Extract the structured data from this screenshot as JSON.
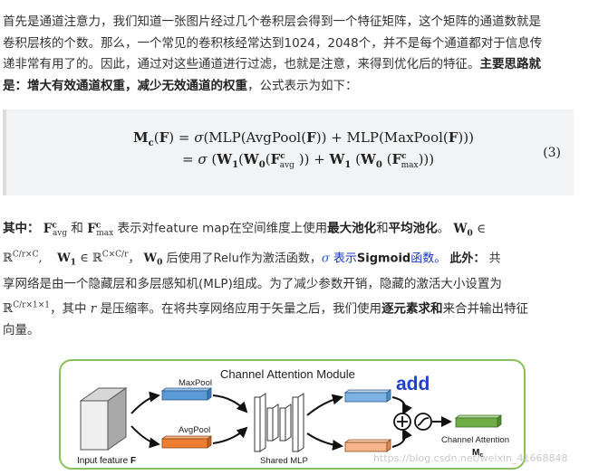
{
  "para1": {
    "lines": [
      "首先是通道注意力，我们知道一张图片经过几个卷积层会得到一个特征矩阵，这个矩阵的通道数就是",
      "卷积层核的个数。那么，一个常见的卷积核经常达到1024，2048个，并不是每个通道都对于信息传",
      "递非常有用了的。因此，通过对这些通道进行过滤，也就是注意，来得到优化后的特征。"
    ],
    "bold_tail_a": "主要思路就",
    "bold_tail_b": "是：增大有效通道权重，减少无效通道的权重",
    "tail": "，公式表示为如下："
  },
  "formula": {
    "line1": "Mc(F) = σ(MLP(AvgPool(F)) + MLP(MaxPool(F)))",
    "line2": "= σ (W₁(W₀(Fᶜ avg )) + W₁ (W₀ (Fᶜ max)))",
    "number": "(3)"
  },
  "para2": {
    "where_label": "其中：",
    "f_avg": "F",
    "avg_sup": "c",
    "avg_sub": "avg",
    "and": "和",
    "f_max": "F",
    "max_sub": "max",
    "t1": "表示对feature map在空间维度上使用",
    "bold1": "最大池化",
    "and2": "和",
    "bold2": "平均池化",
    "t2": "。",
    "w0": "W",
    "w0_sub": "0",
    "in": " ∈",
    "r1": "ℝ",
    "r1_sup": "C/r×C",
    "w1": "W",
    "w1_sub": "1",
    "r2": "ℝ",
    "r2_sup": "C×C/r",
    "comma": "，",
    "w0b": "W",
    "w0b_sub": "0",
    "t3": "后使用了Relu作为激活函数，",
    "sigma": "σ",
    "t4": " 表示",
    "sigmoid": "Sigmoid",
    "t5": "函数。",
    "besides": "此外：",
    "t6": "共",
    "line3": "享网络是由一个隐藏层和多层感知机(MLP)组成。为了减少参数开销，隐藏的激活大小设置为",
    "r3": "ℝ",
    "r3_sup": "C/r×1×1",
    "t7": "，其中",
    "r_var": "r",
    "t8": "是压缩率。在将共享网络应用于矢量之后，我们使用",
    "bold3": "逐元素求和",
    "t9": "来合并输出特征",
    "line5": "向量。"
  },
  "diagram": {
    "title": "Channel Attention Module",
    "add": "add",
    "maxpool": "MaxPool",
    "avgpool": "AvgPool",
    "input": "Input feature",
    "input_bold": "F",
    "shared": "Shared MLP",
    "output1": "Channel Attention",
    "output2": "M",
    "output2_sub": "c",
    "colors": {
      "border": "#8bbf5c",
      "blue": "#5b9bd5",
      "orange": "#ed7d31",
      "green": "#70ad47",
      "add": "#1f3fd1"
    }
  },
  "watermark": "https://blog.csdn.net/weixin_41668848"
}
